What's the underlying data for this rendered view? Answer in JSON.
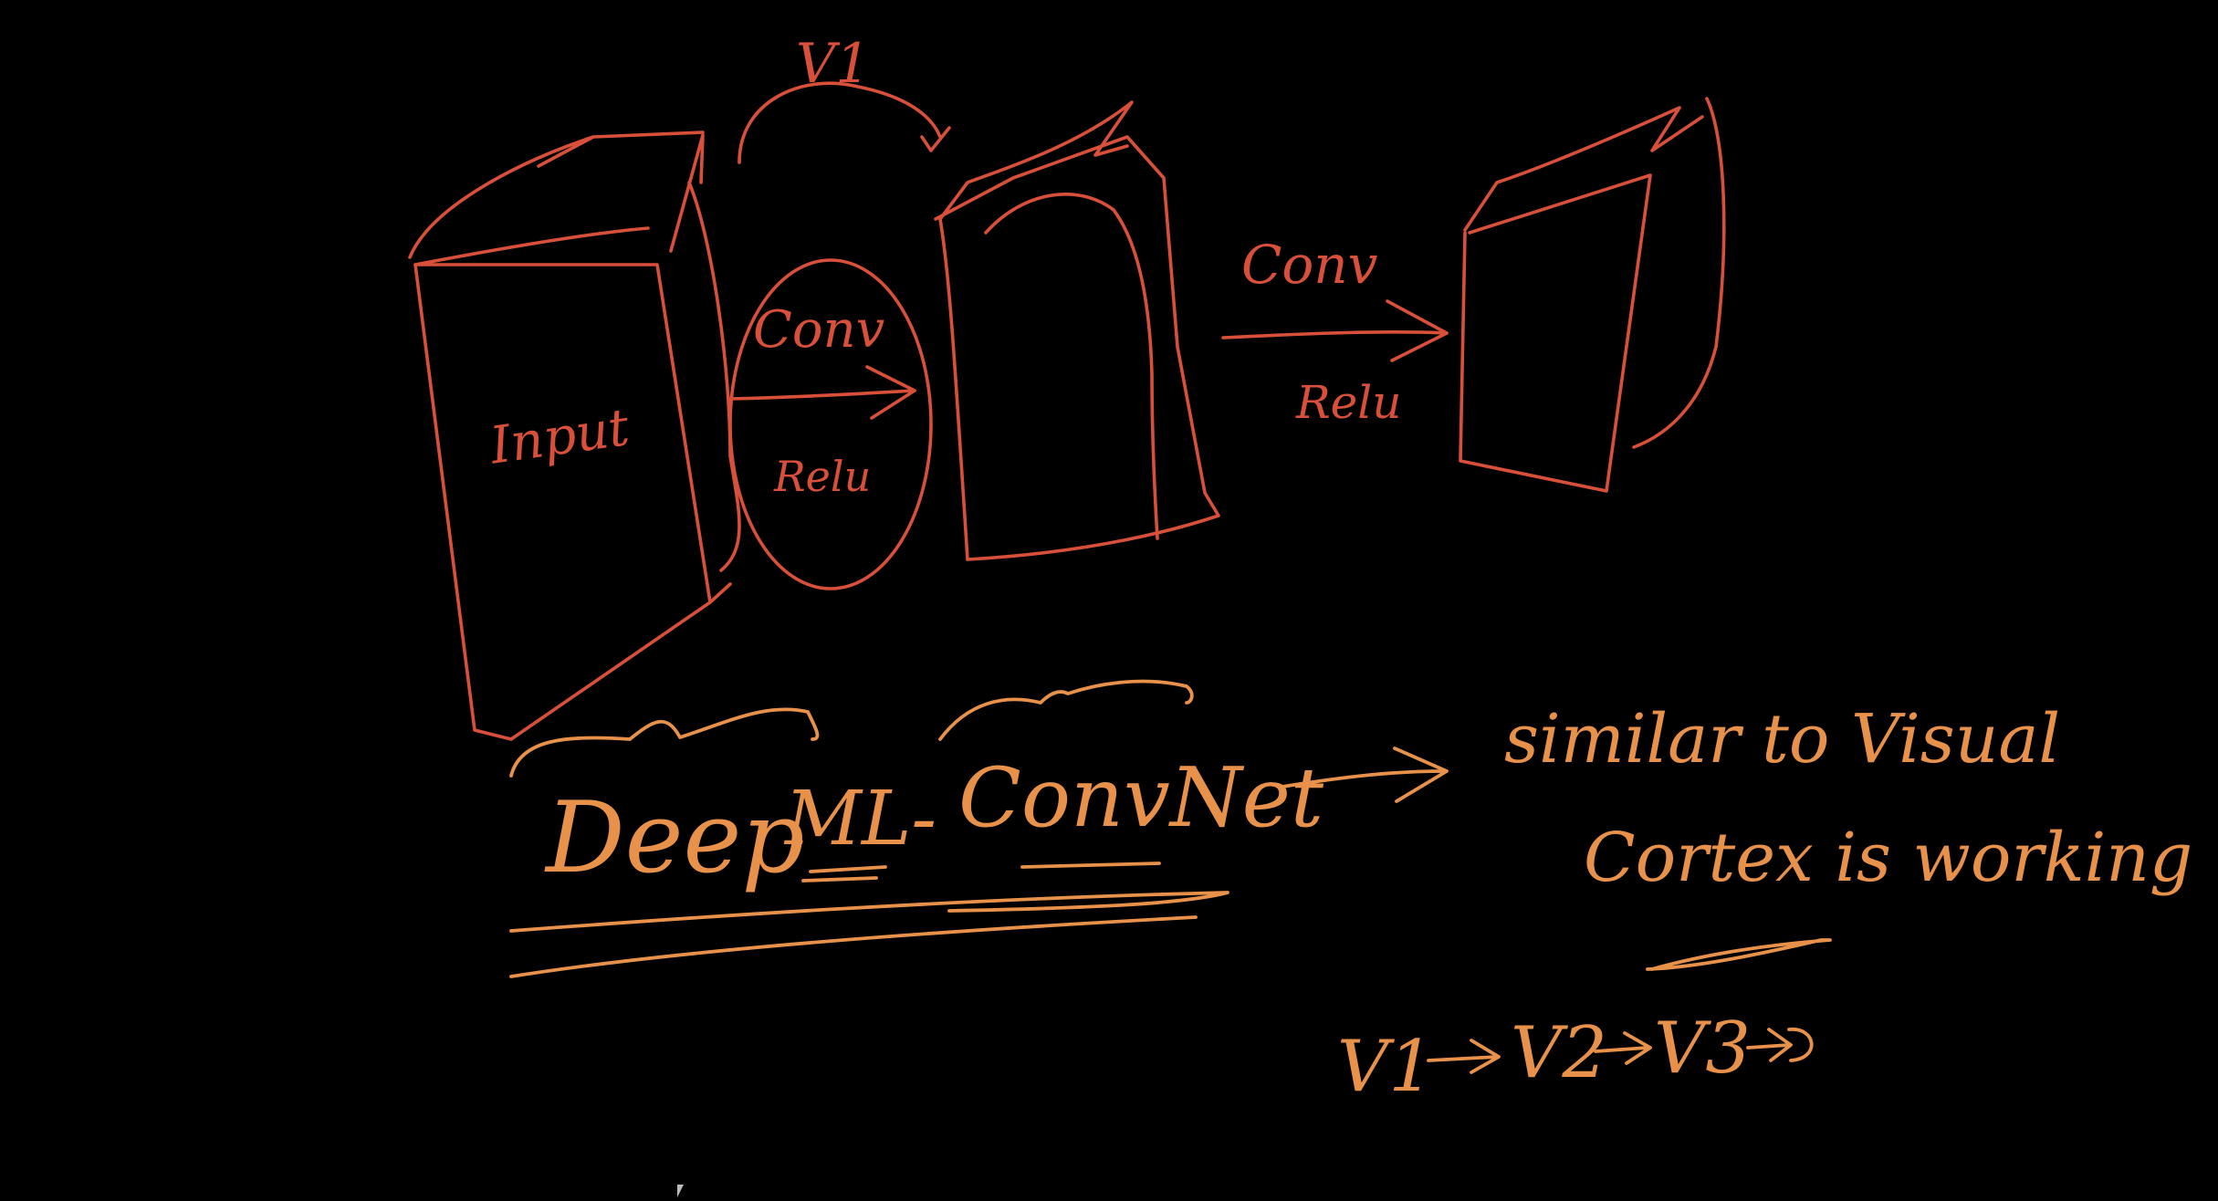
{
  "colors": {
    "background": "#000000",
    "red_ink": "#d9503a",
    "orange_ink": "#e8914a"
  },
  "diagram": {
    "top_arrow_label": "V1",
    "input_label": "Input",
    "inner_conv_label": "Conv",
    "inner_relu_label": "Relu",
    "right_conv_label": "Conv",
    "right_relu_label": "Relu"
  },
  "notes": {
    "word_deep": "Deep",
    "word_ml": "ML-",
    "word_convnet": "ConvNet",
    "similar_line1": "similar to Visual",
    "similar_line2": "Cortex is working",
    "chain_v1": "V1",
    "chain_v2": "V2",
    "chain_v3": "V3"
  }
}
